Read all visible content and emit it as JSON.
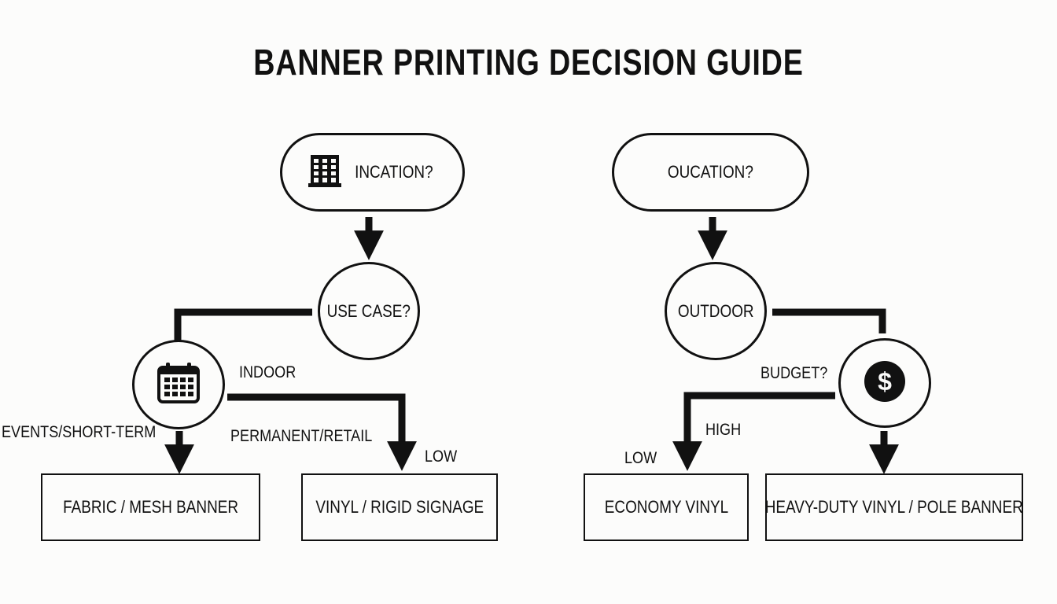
{
  "title": "BANNER PRINTING DECISION GUIDE",
  "nodes": {
    "location_left": {
      "text": "INCATION?",
      "icon": "building-icon"
    },
    "location_right": {
      "text": "OUCATION?"
    },
    "use_case": {
      "text": "USE CASE?"
    },
    "outdoor": {
      "text": "OUTDOOR"
    },
    "events": {
      "icon": "calendar-icon"
    },
    "budget": {
      "icon": "dollar-icon"
    },
    "fabric": {
      "text": "FABRIC / MESH BANNER"
    },
    "vinyl_rigid": {
      "text": "VINYL / RIGID SIGNAGE"
    },
    "economy": {
      "text": "ECONOMY VINYL"
    },
    "heavy_duty": {
      "text": "HEAVY-DUTY VINYL / POLE BANNER"
    }
  },
  "labels": {
    "indoor": "INDOOR",
    "events_short_term": "EVENTS/SHORT-TERM",
    "permanent_retail": "PERMANENT/RETAIL",
    "low_left": "LOW",
    "budget": "BUDGET?",
    "high": "HIGH",
    "low_right": "LOW"
  },
  "colors": {
    "ink": "#111111",
    "background": "#fcfcfb"
  }
}
